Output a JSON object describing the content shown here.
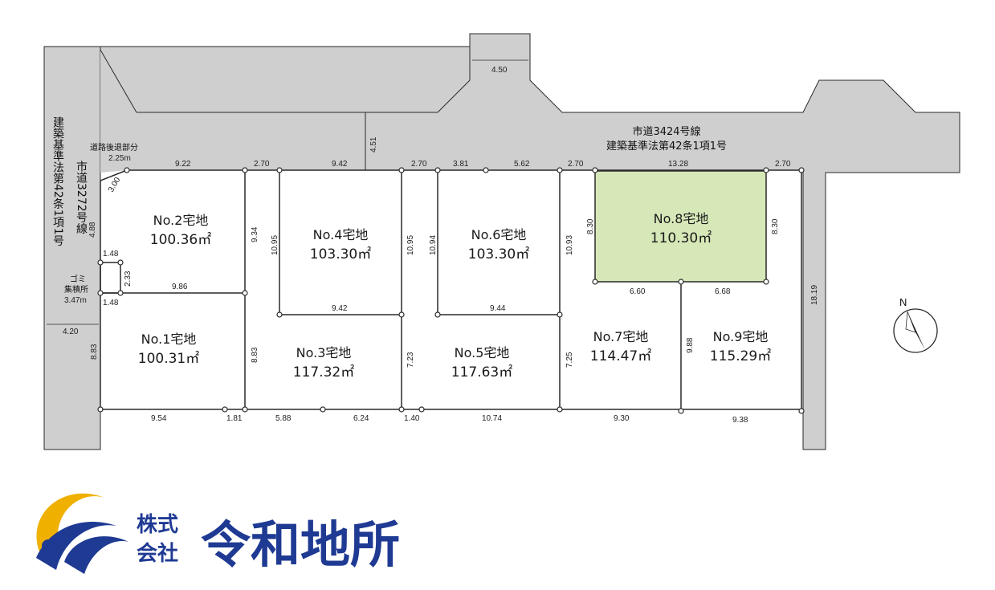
{
  "road_main": {
    "line1": "市道3424号線",
    "line2": "建築基準法第42条1項1号"
  },
  "road_left_outer": "建築基準法第42条1項1号",
  "road_left_inner": "市道3272号線",
  "setback_label": "道路後退部分",
  "garbage_label": {
    "line1": "ゴミ",
    "line2": "集積所"
  },
  "lots": [
    {
      "name": "No.1宅地",
      "area": "100.31㎡"
    },
    {
      "name": "No.2宅地",
      "area": "100.36㎡"
    },
    {
      "name": "No.3宅地",
      "area": "117.32㎡"
    },
    {
      "name": "No.4宅地",
      "area": "103.30㎡"
    },
    {
      "name": "No.5宅地",
      "area": "117.63㎡"
    },
    {
      "name": "No.6宅地",
      "area": "103.30㎡"
    },
    {
      "name": "No.7宅地",
      "area": "114.47㎡"
    },
    {
      "name": "No.8宅地",
      "area": "110.30㎡"
    },
    {
      "name": "No.9宅地",
      "area": "115.29㎡"
    }
  ],
  "highlight_lot": "No.8宅地",
  "colors": {
    "road": "#cfcfcf",
    "highlight": "#d6e8b8",
    "line": "#2a2a2a",
    "logo_blue": "#1f3a93",
    "logo_gold": "#f0b000"
  },
  "dims": {
    "top_notch": "4.50",
    "road_gap": "4.51",
    "setback_len": "2.25m",
    "corner_cut": "3.00",
    "top_2": "9.22",
    "top_a": "2.70",
    "top_4": "9.42",
    "top_b": "2.70",
    "top_6a": "3.81",
    "top_6b": "5.62",
    "top_c": "2.70",
    "top_8": "13.28",
    "top_d": "2.70",
    "left_2": "4.88",
    "g_top": "1.48",
    "g_side": "2.33",
    "g_bot": "1.48",
    "g_len": "3.47m",
    "mid_2": "9.86",
    "left_road": "4.20",
    "left_1": "8.83",
    "side_2_4": "9.34",
    "side_1_3": "8.83",
    "in4_l": "10.95",
    "in4_r": "10.95",
    "in4_b": "9.42",
    "in6_l": "10.94",
    "in6_r": "10.93",
    "in6_b": "9.44",
    "side_5_l": "7.23",
    "side_5_r": "7.25",
    "lot8_l": "8.30",
    "lot8_r": "8.30",
    "b8_l": "6.60",
    "b8_r": "6.68",
    "side_9": "9.88",
    "right_road": "18.19",
    "bot_1": "9.54",
    "bot_1b": "1.81",
    "bot_3a": "5.88",
    "bot_3b": "6.24",
    "bot_5a": "1.40",
    "bot_5b": "10.74",
    "bot_7": "9.30",
    "bot_9": "9.38"
  },
  "compass": "N",
  "company": {
    "prefix1": "株式",
    "prefix2": "会社",
    "name": "令和地所"
  }
}
